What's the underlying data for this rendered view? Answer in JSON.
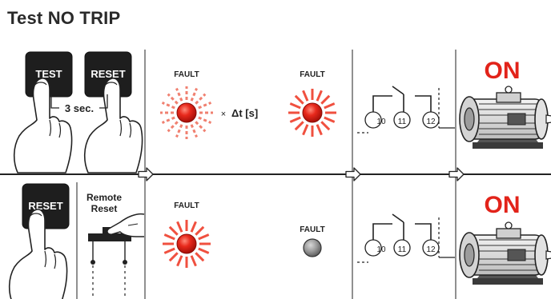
{
  "title": "Test NO TRIP",
  "row1": {
    "test_key": "TEST",
    "reset_key": "RESET",
    "hold_time": "3 sec.",
    "fault_label_blinking": "FAULT",
    "blink_multiplier": "×",
    "blink_delay": "Δt [s]",
    "fault_label_steady": "FAULT",
    "terminals": [
      "10",
      "11",
      "12"
    ],
    "motor_status": "ON"
  },
  "row2": {
    "reset_key": "RESET",
    "remote_reset_line1": "Remote",
    "remote_reset_line2": "Reset",
    "fault_label_on": "FAULT",
    "fault_label_off": "FAULT",
    "terminals": [
      "10",
      "11",
      "12"
    ],
    "motor_status": "ON"
  },
  "colors": {
    "fault_led_on": "#e8291c",
    "fault_led_off": "#9a9a9a",
    "motor_on_text": "#e2231a",
    "key_face": "#1e1e1e"
  }
}
